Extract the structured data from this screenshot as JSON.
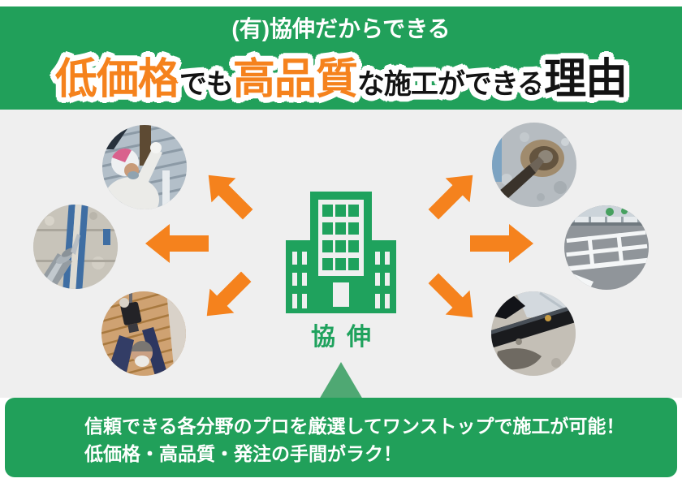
{
  "colors": {
    "brand_green": "#21A05A",
    "pointer_light_green": "#4FA873",
    "accent_orange": "#F5821D",
    "panel_gray": "#EFEFEF",
    "title_base": "#131313",
    "title_outline": "#FFFFFF",
    "icon_green": "#1FA25D"
  },
  "header": {
    "subtitle": "(有)協伸だからできる",
    "title": {
      "full_text": "低価格でも高品質な施工ができる理由",
      "part1_emphasis": "低価格",
      "part2": "でも",
      "part3_emphasis": "高品質",
      "part4": "な施工ができる",
      "part5": "理由"
    }
  },
  "hub": {
    "company_label": "協伸",
    "icon": "office-building-icon"
  },
  "photos": {
    "top_left": "siding-painting-photo",
    "mid_left": "sealant-caulking-photo",
    "bottom_left": "ceiling-carpentry-photo",
    "top_right": "wall-chisel-demolition-photo",
    "mid_right": "parking-line-marking-photo",
    "bottom_right": "waterproofing-photo"
  },
  "footer": {
    "line1": "信頼できる各分野のプロを厳選してワンストップで施工が可能！",
    "line2": "低価格・高品質・発注の手間がラク！"
  }
}
